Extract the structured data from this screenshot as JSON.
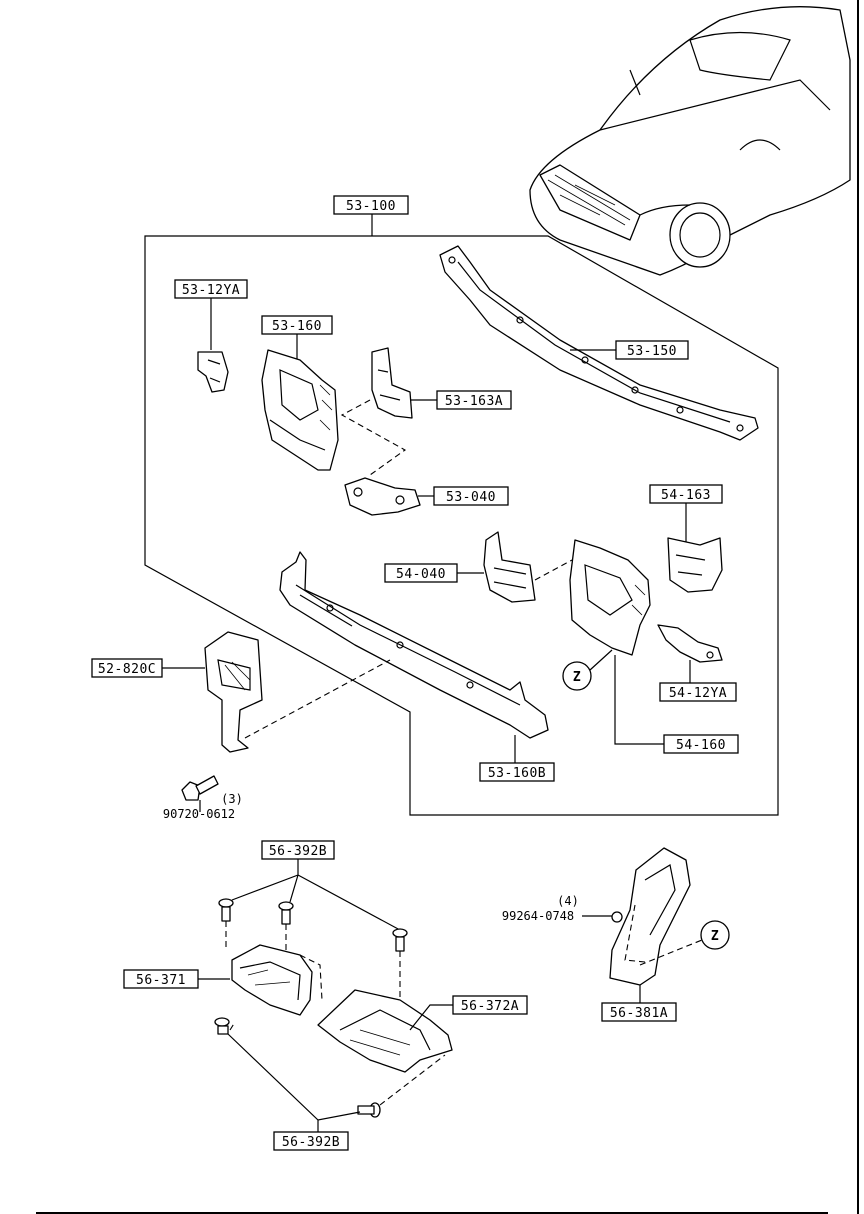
{
  "labels": {
    "assembly": "53-100",
    "hood_latch_bracket": "53-12YA",
    "left_side_panel": "53-160",
    "left_bracket": "53-163A",
    "hood_latch": "53-040",
    "upper_member": "53-150",
    "right_bracket": "54-163",
    "right_hood_latch": "54-040",
    "horn_bracket": "52-820C",
    "right_latch_bracket": "54-12YA",
    "right_side_panel": "54-160",
    "lower_member": "53-160B",
    "bolt_part": "90720-0612",
    "bolt_qty": "(3)",
    "clip_top": "56-392B",
    "under_cover_left": "56-371",
    "under_cover_right": "56-372A",
    "clip_bottom": "56-392B",
    "screw_part": "99264-0748",
    "screw_qty": "(4)",
    "splash_shield": "56-381A",
    "ref_z1": "Z",
    "ref_z2": "Z"
  },
  "colors": {
    "ink": "#000000",
    "paper": "#ffffff"
  },
  "icons": [
    "car-outline-icon"
  ]
}
